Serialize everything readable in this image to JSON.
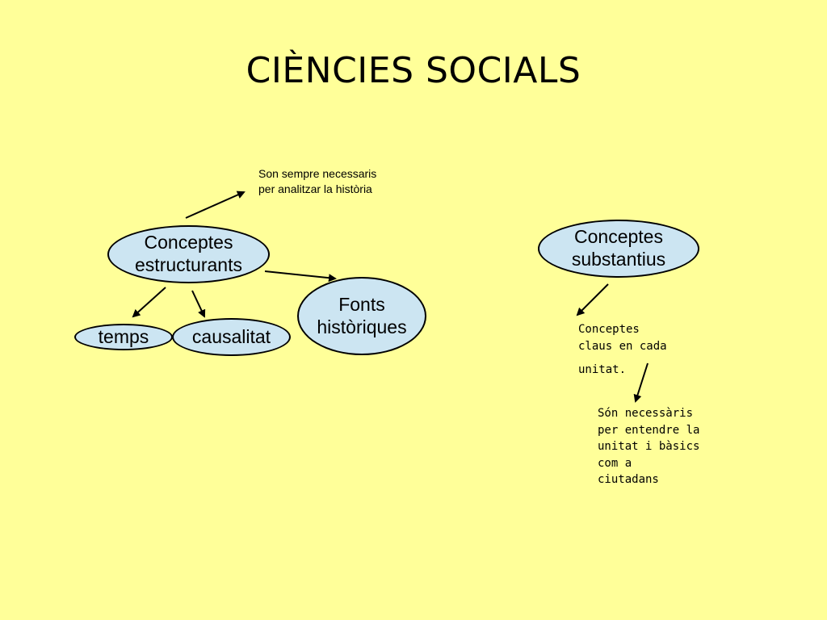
{
  "slide": {
    "title": "CIÈNCIES SOCIALS",
    "background_color": "#ffff99",
    "node_fill_color": "#cce5f2"
  },
  "nodes": {
    "conceptes_estructurants": [
      "Conceptes",
      "estructurants"
    ],
    "conceptes_substantius": [
      "Conceptes",
      "substantius"
    ],
    "fonts_historiques": [
      "Fonts",
      "històriques"
    ],
    "temps": "temps",
    "causalitat": "causalitat"
  },
  "notes": {
    "estructurants_note": [
      "Son sempre necessaris",
      "per analitzar la història"
    ],
    "substantius_note": [
      "Conceptes",
      "claus en cada",
      "unitat."
    ],
    "necessaris_note": [
      "Són necessàris",
      "per entendre la",
      "unitat i bàsics",
      "com a",
      "ciutadans"
    ]
  }
}
